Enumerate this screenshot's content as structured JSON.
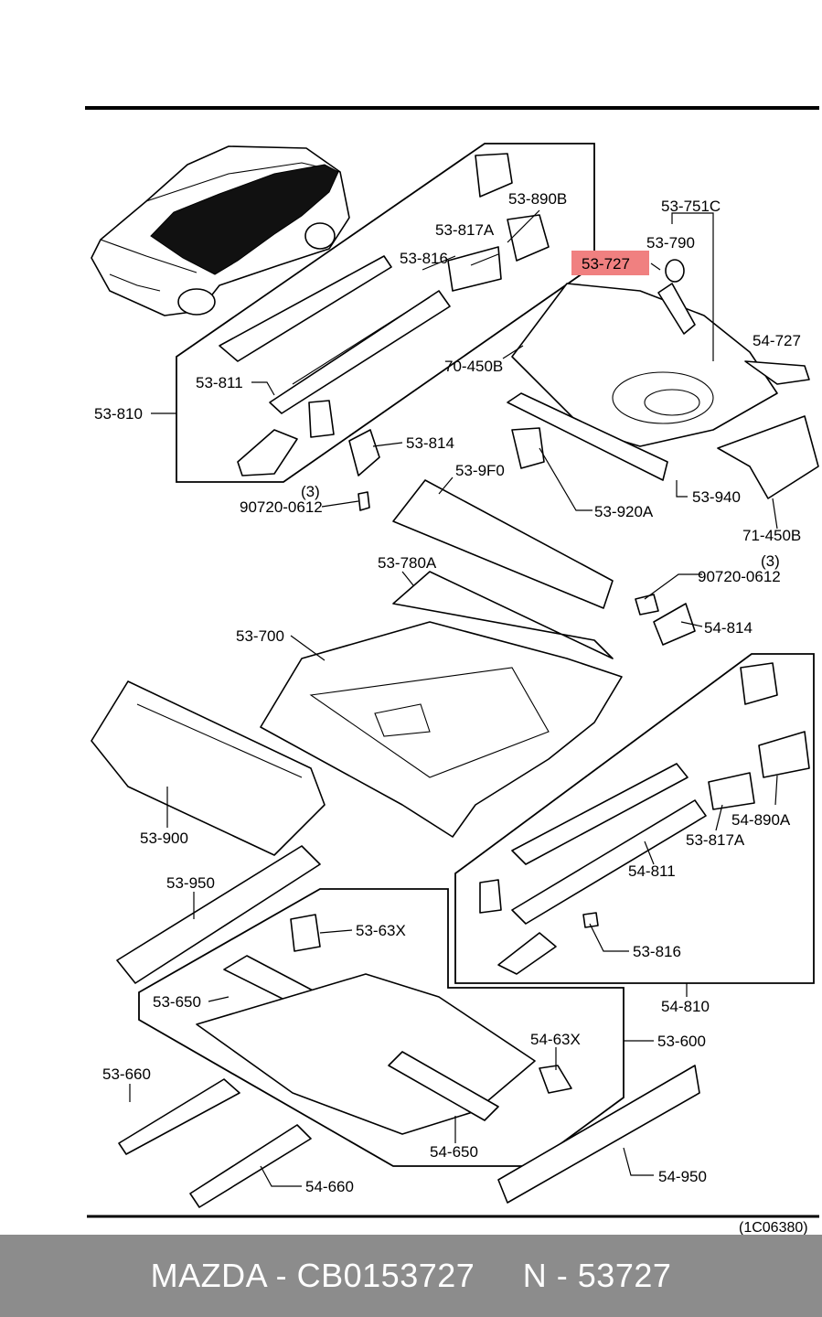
{
  "diagram": {
    "drawing_code": "(1C06380)",
    "highlight_color": "#f08080",
    "callouts": {
      "c53_751C": "53-751C",
      "c53_790": "53-790",
      "c53_727": "53-727",
      "c54_727": "54-727",
      "c70_450B": "70-450B",
      "c53_890B": "53-890B",
      "c53_817A_top": "53-817A",
      "c53_816_top": "53-816",
      "c53_811_top": "53-811",
      "c53_810": "53-810",
      "c53_814": "53-814",
      "c53_9F0": "53-9F0",
      "c53_920A": "53-920A",
      "c53_940": "53-940",
      "c71_450B": "71-450B",
      "qty_left": "(3)",
      "c90720_0612_left": "90720-0612",
      "qty_right": "(3)",
      "c90720_0612_right": "90720-0612",
      "c54_814": "54-814",
      "c53_780A": "53-780A",
      "c53_700": "53-700",
      "c53_900": "53-900",
      "c53_950": "53-950",
      "c53_63X": "53-63X",
      "c53_650": "53-650",
      "c53_600": "53-600",
      "c54_63X": "54-63X",
      "c53_660": "53-660",
      "c54_650": "54-650",
      "c54_660": "54-660",
      "c54_950": "54-950",
      "c54_890A": "54-890A",
      "c53_817A_right": "53-817A",
      "c54_811": "54-811",
      "c53_816_right": "53-816",
      "c54_810": "54-810"
    }
  },
  "footer": {
    "text": "MAZDA - CB0153727     N - 53727"
  }
}
